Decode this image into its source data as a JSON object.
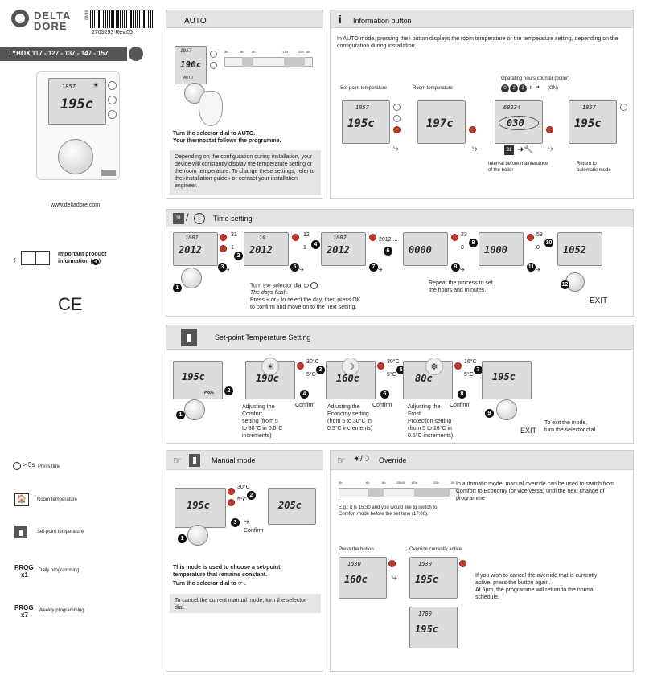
{
  "brand": {
    "line1": "DELTA",
    "line2": "DORE",
    "barcode_number": "2703293 Rev.05",
    "barcode_date": "08/19"
  },
  "product": {
    "title": "TYBOX 117 - 127 - 137 - 147 - 157"
  },
  "thermostat": {
    "lcd_time": "1857",
    "lcd_temp": "195c",
    "sun": "☀"
  },
  "website": "www.deltadore.com",
  "important": {
    "line1": "Important product",
    "line2": "information (",
    "num": "4",
    "line2_end": ")"
  },
  "ce": "CE",
  "legend": {
    "press_symbol": "> 5s",
    "press_label": "Press time",
    "room_label": "Room temperature",
    "setpoint_label": "Set-point temperature",
    "prog1_label_a": "PROG",
    "prog1_label_b": "x1",
    "prog1_text": "Daily programming",
    "prog7_label_a": "PROG",
    "prog7_label_b": "x7",
    "prog7_text": "Weekly programming"
  },
  "auto": {
    "title": "AUTO",
    "lcd_time": "1857",
    "lcd_temp": "190c",
    "lcd_mode": "AUTO",
    "timeline": [
      "3h",
      "6h",
      "8h",
      "17h",
      "23h",
      "0h"
    ],
    "instruction_line1": "Turn the selector dial to AUTO.",
    "instruction_line2": "Your thermostat follows the programme.",
    "note": "Depending on the configuration during installation, your device will constantly display the temperature setting or the room temperature. To change these settings, refer to the«installation guide» or contact your installation engineer."
  },
  "info": {
    "icon": "i",
    "title": "Information button",
    "desc": "In AUTO mode, pressing the i button displays the room temperature or the temperature setting, depending on the configuration during installation.",
    "setpoint_label": "Set-point temperature",
    "room_label": "Room temperature",
    "hours_label": "Operating hours counter (boiler)",
    "hours_on": "(ON)",
    "hours_h": "h",
    "hours_digits": [
      "0",
      "2",
      "3"
    ],
    "lcd1_time": "1857",
    "lcd1_temp": "195c",
    "lcd2_temp": "197c",
    "lcd3_top": "60234",
    "lcd3_big": "030",
    "lcd4_time": "1857",
    "lcd4_temp": "195c",
    "calendar_num": "31",
    "interval_label_1": "Interval before maintenance",
    "interval_label_2": "of the boiler",
    "return_label_1": "Return to",
    "return_label_2": "automatic mode"
  },
  "time": {
    "title": "Time setting",
    "icon_cal": "31",
    "screens": [
      "2012",
      "2012",
      "2012",
      "0000",
      "1000",
      "1052"
    ],
    "screen_tops": [
      "1001",
      "10",
      "1002",
      "",
      "",
      ""
    ],
    "ranges": [
      {
        "top": "31",
        "bottom": "1",
        "badge": "2"
      },
      {
        "top": "12",
        "bottom": "1",
        "badge": "4"
      },
      {
        "top": "2012 ...",
        "bottom": "",
        "badge": "6"
      },
      {
        "top": "23",
        "bottom": "0",
        "badge": "8"
      },
      {
        "top": "59",
        "bottom": "0",
        "badge": "10"
      }
    ],
    "step_badges": [
      "1",
      "3",
      "5",
      "7",
      "9",
      "11",
      "12"
    ],
    "instr_line1": "Turn the selector dial to",
    "instr_line2": "The days flash.",
    "instr_line3": "Press + or - to select the day, then press OK",
    "instr_line4": "to confirm and move on to the next setting.",
    "repeat_line1": "Repeat the process to set",
    "repeat_line2": "the hours and minutes.",
    "exit": "EXIT"
  },
  "setpoint": {
    "title": "Set-point Temperature Setting",
    "screens": [
      "195c",
      "190c",
      "160c",
      "80c",
      "195c"
    ],
    "prog": "PROG",
    "comfort_range": {
      "top": "30°C",
      "bottom": "5°C",
      "badge": "3"
    },
    "eco_range": {
      "top": "30°C",
      "bottom": "5°C",
      "badge": "5"
    },
    "frost_range": {
      "top": "16°C",
      "bottom": "5°C",
      "badge": "7"
    },
    "badges": [
      "1",
      "2",
      "4",
      "6",
      "8",
      "9"
    ],
    "comfort_text": [
      "Adjusting the",
      "Comfort",
      "setting (from 5",
      "to 30°C in 0.5°C",
      "increments)"
    ],
    "eco_text": [
      "Adjusting the",
      "Economy setting",
      "(from 5 to 30°C in",
      "0.5°C increments)"
    ],
    "frost_text": [
      "Adjusting the",
      "Frost",
      "Protection setting",
      "(from 5 to 16°C in",
      "0.5°C increments)"
    ],
    "confirm": "Confirm",
    "exit": "EXIT",
    "exit_line1": "To exit the mode,",
    "exit_line2": "turn the selector dial."
  },
  "manual": {
    "title": "Manual mode",
    "lcd1": "195c",
    "lcd2": "205c",
    "range": {
      "top": "30°C",
      "bottom": "5°C",
      "badge": "2"
    },
    "badges": [
      "1",
      "3"
    ],
    "confirm": "Confirm",
    "desc_line1": "This mode is used to choose a set-point",
    "desc_line2": "temperature that remains constant.",
    "desc_line3": "Turn the selector dial to",
    "note": "To cancel the current manual mode, turn the selector dial."
  },
  "override": {
    "title": "Override",
    "timeline": [
      "0h",
      "6h",
      "8h",
      "15h30",
      "17h",
      "23h",
      "0h"
    ],
    "eg_line1": "E.g.: it is 15:30 and you would like to switch to",
    "eg_line2": "Comfort mode before the set time (17:00).",
    "desc": "In automatic mode, manual override can be used to switch from Comfort to Economy (or vice versa) until the next change of programme",
    "press_label": "Press the button",
    "active_label": "Override currently active",
    "lcd1_time": "1530",
    "lcd1_temp": "160c",
    "lcd2_time": "1530",
    "lcd2_temp": "195c",
    "lcd3_time": "1700",
    "lcd3_temp": "195c",
    "cancel_line1": "If you wish to cancel the override that is currently",
    "cancel_line2": "active, press the button again.",
    "cancel_line3": "At 5pm, the programme will return to the normal",
    "cancel_line4": "schedule."
  }
}
